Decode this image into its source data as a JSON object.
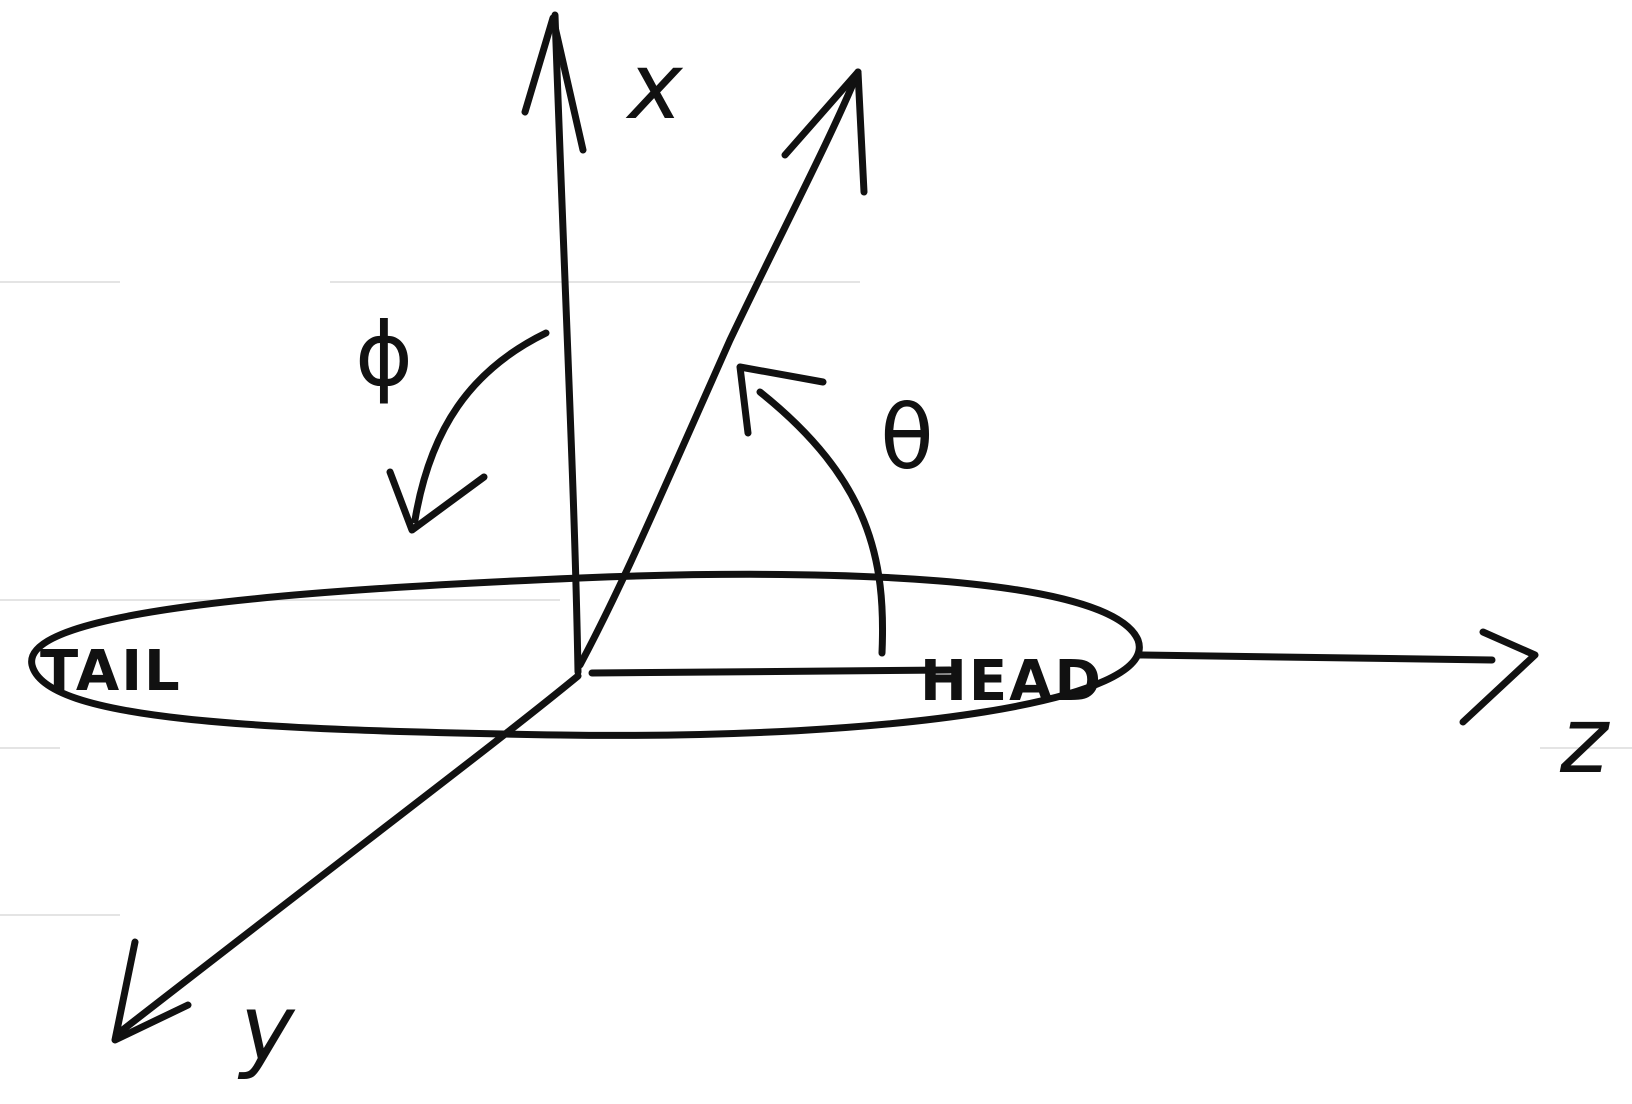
{
  "labels": {
    "x_axis": "x",
    "y_axis": "y",
    "z_axis": "z",
    "phi": "ϕ",
    "theta": "θ",
    "tail": "TAIL",
    "head": "HEAD"
  },
  "colors": {
    "ink": "#111111",
    "paper": "#ffffff",
    "faint_rule": "#e4e4e4"
  }
}
